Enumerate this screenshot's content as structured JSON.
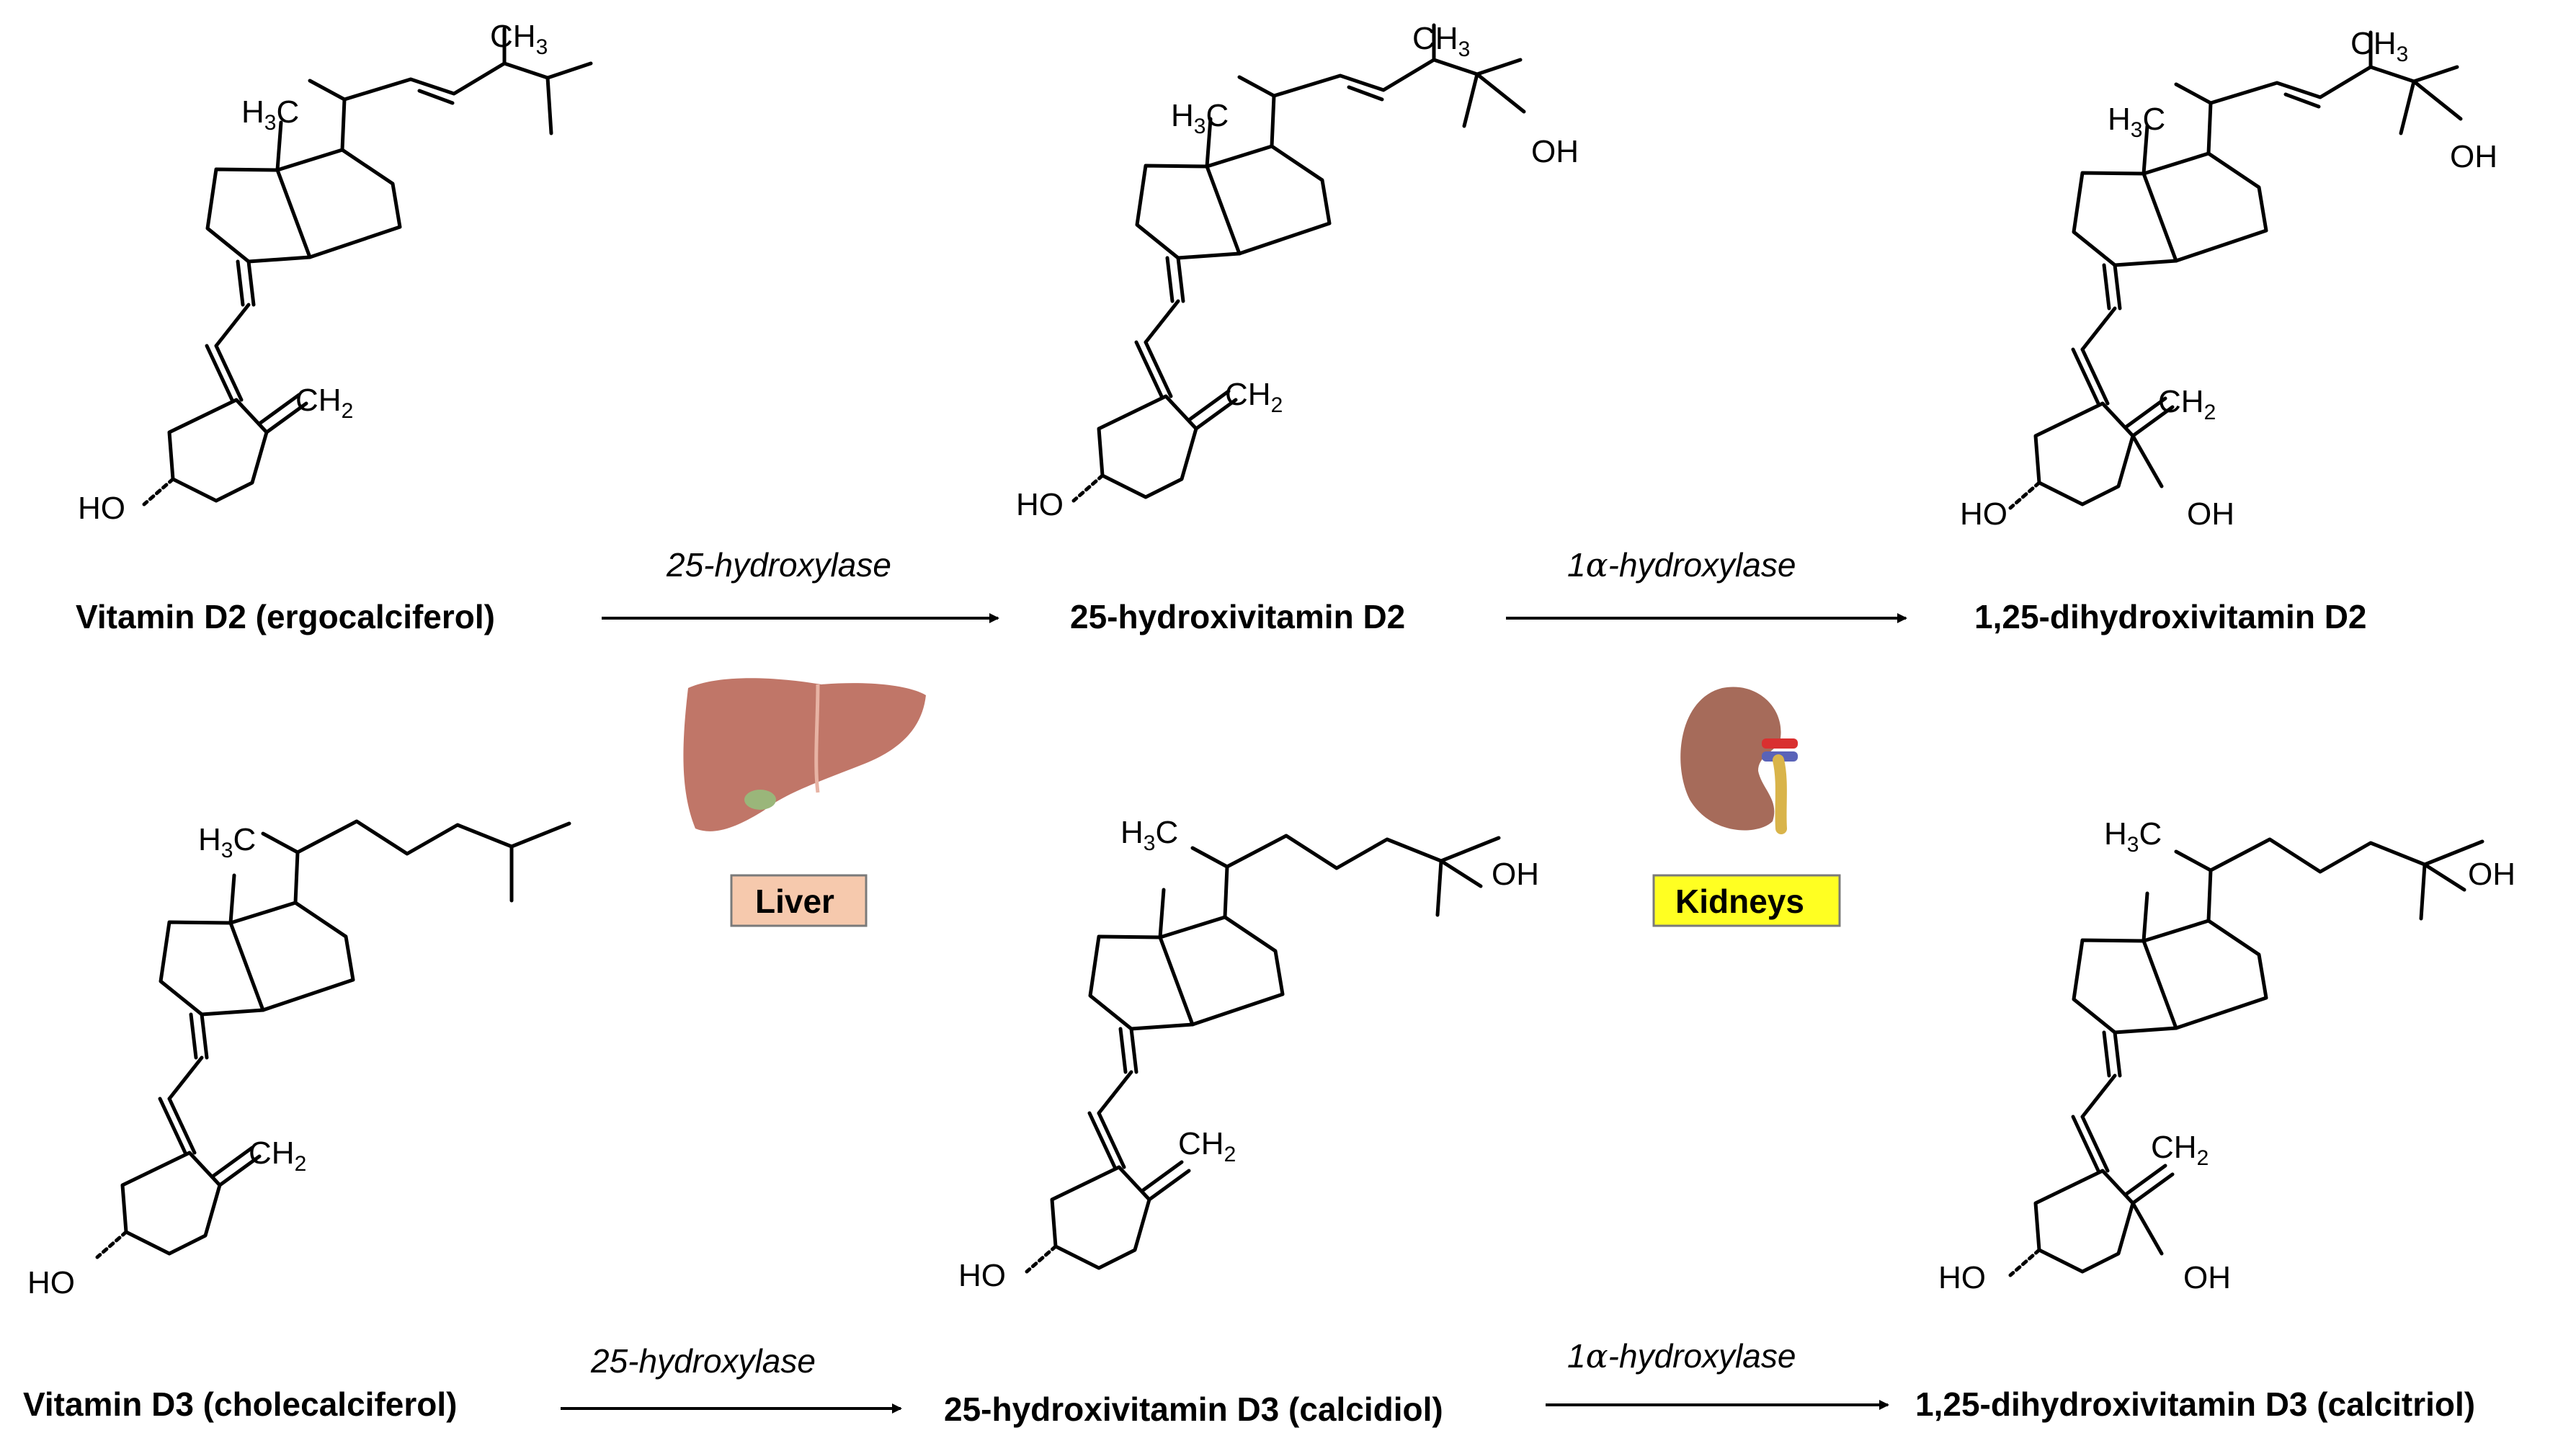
{
  "compounds": {
    "d2": {
      "name": "Vitamin D2 (ergocalciferol)"
    },
    "d2_25oh": {
      "name": "25-hydroxivitamin D2"
    },
    "d2_125oh": {
      "name": "1,25-dihydroxivitamin D2"
    },
    "d3": {
      "name": "Vitamin D3 (cholecalciferol)"
    },
    "d3_25oh": {
      "name": "25-hydroxivitamin D3 (calcidiol)"
    },
    "d3_125oh": {
      "name": "1,25-dihydroxivitamin D3 (calcitriol)"
    }
  },
  "enzymes": {
    "step1": "25-hydroxylase",
    "step2_prefix": "1",
    "step2_greek": "α",
    "step2_suffix": "-hydroxylase"
  },
  "organs": {
    "liver": {
      "label": "Liver",
      "box_color": "#f6c9ad",
      "organ_color": "#c07668"
    },
    "kidneys": {
      "label": "Kidneys",
      "box_color": "#ffff22",
      "organ_color": "#a66b5a"
    }
  },
  "atoms": {
    "methyl_top": "CH",
    "methyl_side": "H",
    "methyl_side_c": "C",
    "sub3": "3",
    "methylene": "CH",
    "sub2": "2",
    "hydroxyl": "OH",
    "hydroxyl_left": "HO"
  }
}
